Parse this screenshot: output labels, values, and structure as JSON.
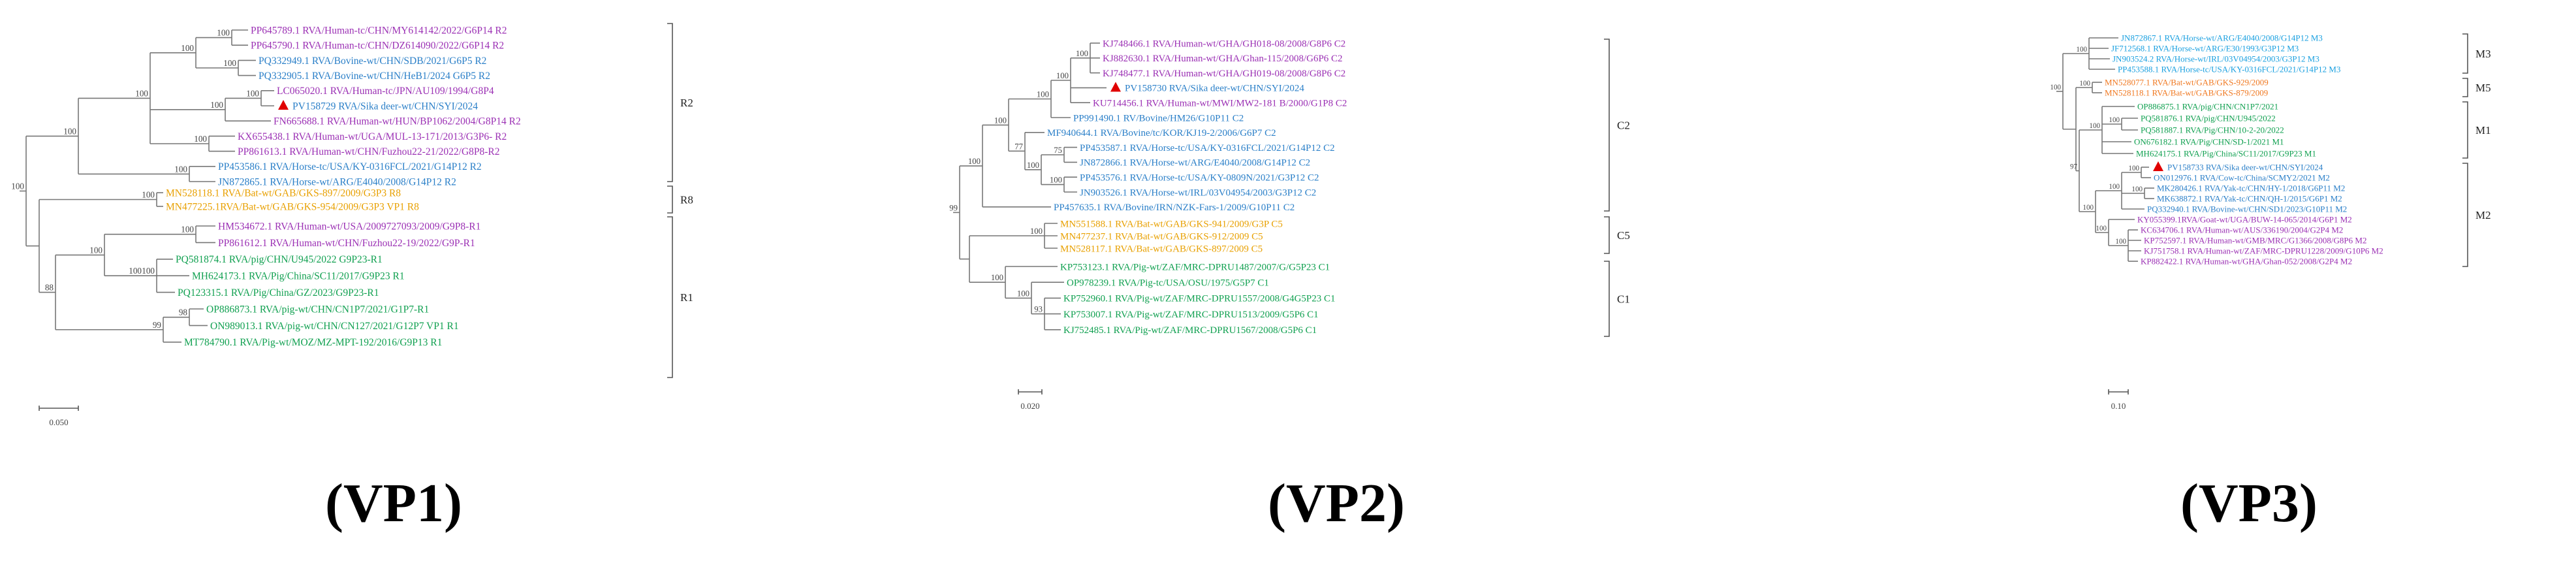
{
  "colors": {
    "red_marker": "#e00000",
    "purple": "#9b30b4",
    "blue": "#2a7fc8",
    "green": "#10a050",
    "yellow": "#e8a000",
    "orange": "#f07820",
    "cyan": "#1aa0e0",
    "line": "#777777"
  },
  "panels": [
    {
      "id": "vp1",
      "caption": "(VP1)",
      "scale_label": "0.050",
      "clade_labels": [
        {
          "text": "R2"
        },
        {
          "text": "R8"
        },
        {
          "text": "R1"
        }
      ],
      "taxa": [
        {
          "label": "PP645789.1 RVA/Human-tc/CHN/MY614142/2022/G6P14 R2",
          "color": "purple"
        },
        {
          "label": "PP645790.1 RVA/Human-tc/CHN/DZ614090/2022/G6P14 R2",
          "color": "purple"
        },
        {
          "label": "PQ332949.1 RVA/Bovine-wt/CHN/SDB/2021/G6P5 R2",
          "color": "blue"
        },
        {
          "label": "PQ332905.1 RVA/Bovine-wt/CHN/HeB1/2024 G6P5 R2",
          "color": "blue"
        },
        {
          "label": "LC065020.1 RVA/Human-tc/JPN/AU109/1994/G8P4",
          "color": "purple"
        },
        {
          "label": "PV158729 RVA/Sika deer-wt/CHN/SYI/2024",
          "color": "blue",
          "marker": true
        },
        {
          "label": "FN665688.1 RVA/Human-wt/HUN/BP1062/2004/G8P14 R2",
          "color": "purple"
        },
        {
          "label": "KX655438.1 RVA/Human-wt/UGA/MUL-13-171/2013/G3P6- R2",
          "color": "purple"
        },
        {
          "label": "PP861613.1 RVA/Human-wt/CHN/Fuzhou22-21/2022/G8P8-R2",
          "color": "purple"
        },
        {
          "label": "PP453586.1 RVA/Horse-tc/USA/KY-0316FCL/2021/G14P12 R2",
          "color": "blue"
        },
        {
          "label": "JN872865.1 RVA/Horse-wt/ARG/E4040/2008/G14P12 R2",
          "color": "blue"
        },
        {
          "label": "MN528118.1 RVA/Bat-wt/GAB/GKS-897/2009/G3P3 R8",
          "color": "yellow"
        },
        {
          "label": "MN477225.1RVA/Bat-wt/GAB/GKS-954/2009/G3P3 VP1 R8",
          "color": "yellow"
        },
        {
          "label": "HM534672.1 RVA/Human-wt/USA/2009727093/2009/G9P8-R1",
          "color": "purple"
        },
        {
          "label": "PP861612.1 RVA/Human-wt/CHN/Fuzhou22-19/2022/G9P-R1",
          "color": "purple"
        },
        {
          "label": "PQ581874.1 RVA/pig/CHN/U945/2022 G9P23-R1",
          "color": "green"
        },
        {
          "label": "MH624173.1 RVA/Pig/China/SC11/2017/G9P23 R1",
          "color": "green"
        },
        {
          "label": "PQ123315.1 RVA/Pig/China/GZ/2023/G9P23-R1",
          "color": "green"
        },
        {
          "label": "OP886873.1 RVA/pig-wt/CHN/CN1P7/2021/G1P7-R1",
          "color": "green"
        },
        {
          "label": "ON989013.1 RVA/pig-wt/CHN/CN127/2021/G12P7 VP1 R1",
          "color": "green"
        },
        {
          "label": "MT784790.1 RVA/Pig-wt/MOZ/MZ-MPT-192/2016/G9P13 R1",
          "color": "green"
        }
      ],
      "bootstrap": [
        "100",
        "100",
        "100",
        "100",
        "100",
        "100",
        "100",
        "100",
        "100",
        "100",
        "100",
        "88",
        "100",
        "100",
        "100",
        "100",
        "99",
        "98"
      ]
    },
    {
      "id": "vp2",
      "caption": "(VP2)",
      "scale_label": "0.020",
      "clade_labels": [
        {
          "text": "C2"
        },
        {
          "text": "C5"
        },
        {
          "text": "C1"
        }
      ],
      "taxa": [
        {
          "label": "KJ748466.1 RVA/Human-wt/GHA/GH018-08/2008/G8P6 C2",
          "color": "purple"
        },
        {
          "label": "KJ882630.1 RVA/Human-wt/GHA/Ghan-115/2008/G6P6 C2",
          "color": "purple"
        },
        {
          "label": "KJ748477.1 RVA/Human-wt/GHA/GH019-08/2008/G8P6 C2",
          "color": "purple"
        },
        {
          "label": "PV158730 RVA/Sika deer-wt/CHN/SYI/2024",
          "color": "blue",
          "marker": true
        },
        {
          "label": "KU714456.1 RVA/Human-wt/MWI/MW2-181 B/2000/G1P8 C2",
          "color": "purple"
        },
        {
          "label": "PP991490.1 RV/Bovine/HM26/G10P11 C2",
          "color": "blue"
        },
        {
          "label": "MF940644.1 RVA/Bovine/tc/KOR/KJ19-2/2006/G6P7 C2",
          "color": "blue"
        },
        {
          "label": "PP453587.1 RVA/Horse-tc/USA/KY-0316FCL/2021/G14P12 C2",
          "color": "blue"
        },
        {
          "label": "JN872866.1 RVA/Horse-wt/ARG/E4040/2008/G14P12 C2",
          "color": "blue"
        },
        {
          "label": "PP453576.1 RVA/Horse-tc/USA/KY-0809N/2021/G3P12 C2",
          "color": "blue"
        },
        {
          "label": "JN903526.1 RVA/Horse-wt/IRL/03V04954/2003/G3P12 C2",
          "color": "blue"
        },
        {
          "label": "PP457635.1 RVA/Bovine/IRN/NZK-Fars-1/2009/G10P11 C2",
          "color": "blue"
        },
        {
          "label": "MN551588.1 RVA/Bat-wt/GAB/GKS-941/2009/G3P C5",
          "color": "yellow"
        },
        {
          "label": "MN477237.1 RVA/Bat-wt/GAB/GKS-912/2009 C5",
          "color": "yellow"
        },
        {
          "label": "MN528117.1 RVA/Bat-wt/GAB/GKS-897/2009 C5",
          "color": "yellow"
        },
        {
          "label": "KP753123.1 RVA/Pig-wt/ZAF/MRC-DPRU1487/2007/G/G5P23 C1",
          "color": "green"
        },
        {
          "label": "OP978239.1 RVA/Pig-tc/USA/OSU/1975/G5P7 C1",
          "color": "green"
        },
        {
          "label": "KP752960.1 RVA/Pig-wt/ZAF/MRC-DPRU1557/2008/G4G5P23 C1",
          "color": "green"
        },
        {
          "label": "KP753007.1 RVA/Pig-wt/ZAF/MRC-DPRU1513/2009/G5P6 C1",
          "color": "green"
        },
        {
          "label": "KJ752485.1 RVA/Pig-wt/ZAF/MRC-DPRU1567/2008/G5P6 C1",
          "color": "green"
        }
      ],
      "bootstrap": [
        "99",
        "100",
        "100",
        "100",
        "100",
        "100",
        "100",
        "100",
        "77",
        "100",
        "75",
        "100",
        "100",
        "100",
        "100",
        "100",
        "93",
        "100"
      ]
    },
    {
      "id": "vp3",
      "caption": "(VP3)",
      "scale_label": "0.10",
      "clade_labels": [
        {
          "text": "M3"
        },
        {
          "text": "M5"
        },
        {
          "text": "M1"
        },
        {
          "text": "M2"
        }
      ],
      "taxa": [
        {
          "label": "JN872867.1 RVA/Horse-wt/ARG/E4040/2008/G14P12 M3",
          "color": "cyan"
        },
        {
          "label": "JF712568.1 RVA/Horse-wt/ARG/E30/1993/G3P12 M3",
          "color": "cyan"
        },
        {
          "label": "JN903524.2 RVA/Horse-wt/IRL/03V04954/2003/G3P12 M3",
          "color": "cyan"
        },
        {
          "label": "PP453588.1 RVA/Horse-tc/USA/KY-0316FCL/2021/G14P12 M3",
          "color": "cyan"
        },
        {
          "label": "MN528077.1 RVA/Bat-wt/GAB/GKS-929/2009",
          "color": "orange"
        },
        {
          "label": "MN528118.1 RVA/Bat-wt/GAB/GKS-879/2009",
          "color": "orange"
        },
        {
          "label": "OP886875.1 RVA/pig/CHN/CN1P7/2021",
          "color": "green"
        },
        {
          "label": "PQ581876.1 RVA/pig/CHN/U945/2022",
          "color": "green"
        },
        {
          "label": "PQ581887.1 RVA/Pig/CHN/10-2-20/2022",
          "color": "green"
        },
        {
          "label": "ON676182.1 RVA/Pig/CHN/SD-1/2021 M1",
          "color": "green"
        },
        {
          "label": "MH624175.1 RVA/Pig/China/SC11/2017/G9P23 M1",
          "color": "green"
        },
        {
          "label": "PV158733 RVA/Sika deer-wt/CHN/SYI/2024",
          "color": "blue",
          "marker": true
        },
        {
          "label": "ON012976.1 RVA/Cow-tc/China/SCMY2/2021 M2",
          "color": "blue"
        },
        {
          "label": "MK280426.1 RVA/Yak-tc/CHN/HY-1/2018/G6P11 M2",
          "color": "blue"
        },
        {
          "label": "MK638872.1 RVA/Yak-tc/CHN/QH-1/2015/G6P1 M2",
          "color": "blue"
        },
        {
          "label": "PQ332940.1 RVA/Bovine-wt/CHN/SD1/2023/G10P11 M2",
          "color": "blue"
        },
        {
          "label": "KY055399.1RVA/Goat-wt/UGA/BUW-14-065/2014/G6P1 M2",
          "color": "purple"
        },
        {
          "label": "KC634706.1 RVA/Human-wt/AUS/336190/2004/G2P4 M2",
          "color": "purple"
        },
        {
          "label": "KP752597.1 RVA/Human-wt/GMB/MRC/G1366/2008/G8P6 M2",
          "color": "purple"
        },
        {
          "label": "KJ751758.1 RVA/Human-wt/ZAF/MRC-DPRU1228/2009/G10P6 M2",
          "color": "purple"
        },
        {
          "label": "KP882422.1 RVA/Human-wt/GHA/Ghan-052/2008/G2P4 M2",
          "color": "purple"
        }
      ],
      "bootstrap": [
        "100",
        "100",
        "100",
        "100",
        "100",
        "97",
        "100",
        "100",
        "100",
        "100",
        "100",
        "100",
        "100",
        "100",
        "100",
        "100",
        "100",
        "100"
      ]
    }
  ]
}
